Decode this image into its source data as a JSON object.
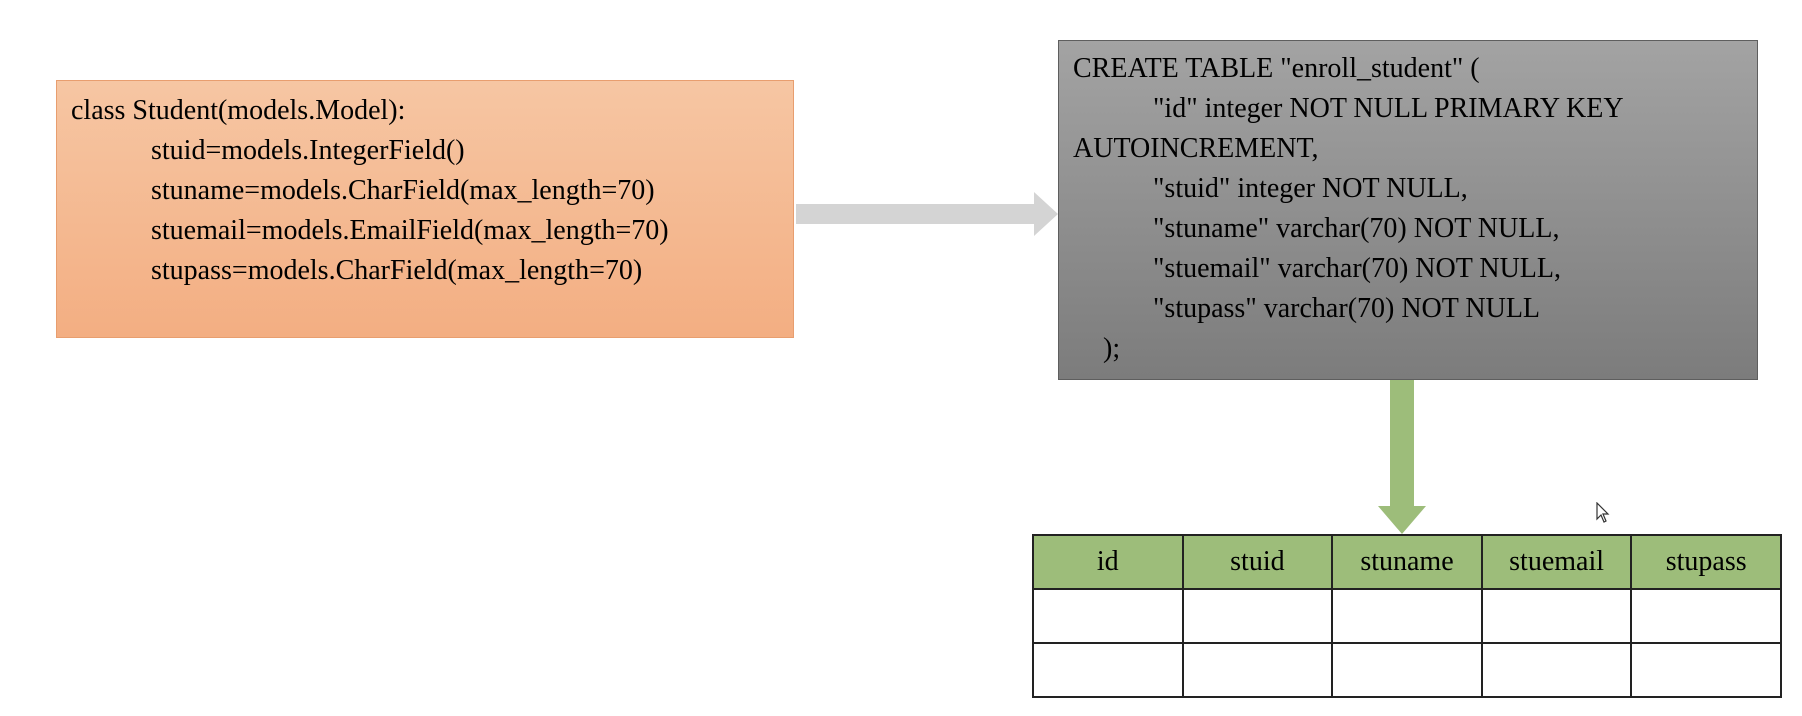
{
  "model_box": {
    "lines": [
      "class Student(models.Model):",
      "stuid=models.IntegerField()",
      "stuname=models.CharField(max_length=70)",
      "stuemail=models.EmailField(max_length=70)",
      "stupass=models.CharField(max_length=70)"
    ]
  },
  "sql_box": {
    "lines": [
      "CREATE TABLE \"enroll_student\" (",
      "\"id\" integer NOT NULL PRIMARY KEY",
      "AUTOINCREMENT,",
      "\"stuid\" integer NOT NULL,",
      "\"stuname\" varchar(70) NOT NULL,",
      "\"stuemail\" varchar(70) NOT NULL,",
      "\"stupass\" varchar(70) NOT NULL",
      ");"
    ]
  },
  "db_table": {
    "columns": [
      "id",
      "stuid",
      "stuname",
      "stuemail",
      "stupass"
    ],
    "rows": [
      [
        "",
        "",
        "",
        "",
        ""
      ],
      [
        "",
        "",
        "",
        "",
        ""
      ]
    ]
  },
  "colors": {
    "model_fill": "#f3ae82",
    "sql_fill": "#8f8f8f",
    "arrow_right": "#d4d4d4",
    "arrow_down": "#9dbd7a",
    "table_header": "#9dbd7a"
  },
  "icons": {
    "cursor": "mouse-pointer-icon"
  }
}
